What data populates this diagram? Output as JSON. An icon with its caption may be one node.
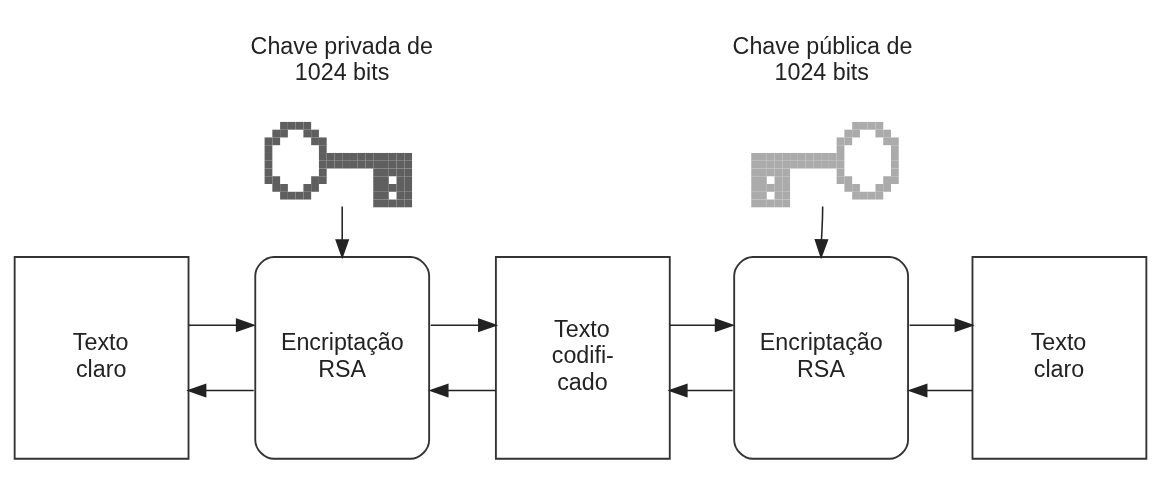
{
  "diagram": {
    "nodes": [
      {
        "text": [],
        "shape": "picture",
        "beside": [
          "Chave privada de 1024 bits"
        ]
      },
      {
        "text": [],
        "shape": "picture",
        "beside": [
          "Chave pública de 1024 bits"
        ]
      },
      {
        "text": [
          "Texto claro"
        ]
      },
      {
        "text": [
          "Encriptação RSA"
        ]
      },
      {
        "text": [
          "Texto codifi- cado"
        ]
      },
      {
        "text": [
          "Encriptação RSA"
        ]
      },
      {
        "text": [
          "Texto claro"
        ]
      }
    ],
    "edges": [
      {
        "from": 0,
        "to": 3,
        "arrow": "to"
      },
      {
        "from": 1,
        "to": 5,
        "arrow": "to"
      },
      {
        "from": 2,
        "to": 3,
        "arrow": "to"
      },
      {
        "from": 3,
        "to": 2,
        "arrow": "to"
      },
      {
        "from": 3,
        "to": 4,
        "arrow": "to"
      },
      {
        "from": 4,
        "to": 3,
        "arrow": "to"
      },
      {
        "from": 4,
        "to": 5,
        "arrow": "to"
      },
      {
        "from": 5,
        "to": 4,
        "arrow": "to"
      },
      {
        "from": 5,
        "to": 6,
        "arrow": "to"
      },
      {
        "from": 6,
        "to": 5,
        "arrow": "to"
      }
    ]
  }
}
